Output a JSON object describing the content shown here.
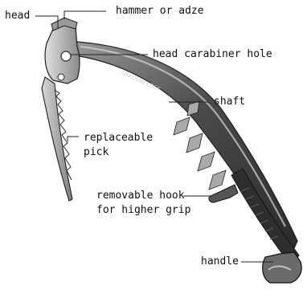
{
  "labels": {
    "head": "head",
    "hammer": "hammer or adze",
    "carabiner": "head carabiner hole",
    "shaft": "shaft",
    "pick_line1": "replaceable",
    "pick_line2": "pick",
    "hook_line1": "removable hook",
    "hook_line2": "for higher grip",
    "handle": "handle"
  },
  "shaft_print": "SHADOW LOCK",
  "colors": {
    "metal_dark": "#3d3d3d",
    "metal_mid": "#7a7a7a",
    "metal_light": "#c8c8c8",
    "grip": "#2e2e2e",
    "line": "#222222"
  }
}
